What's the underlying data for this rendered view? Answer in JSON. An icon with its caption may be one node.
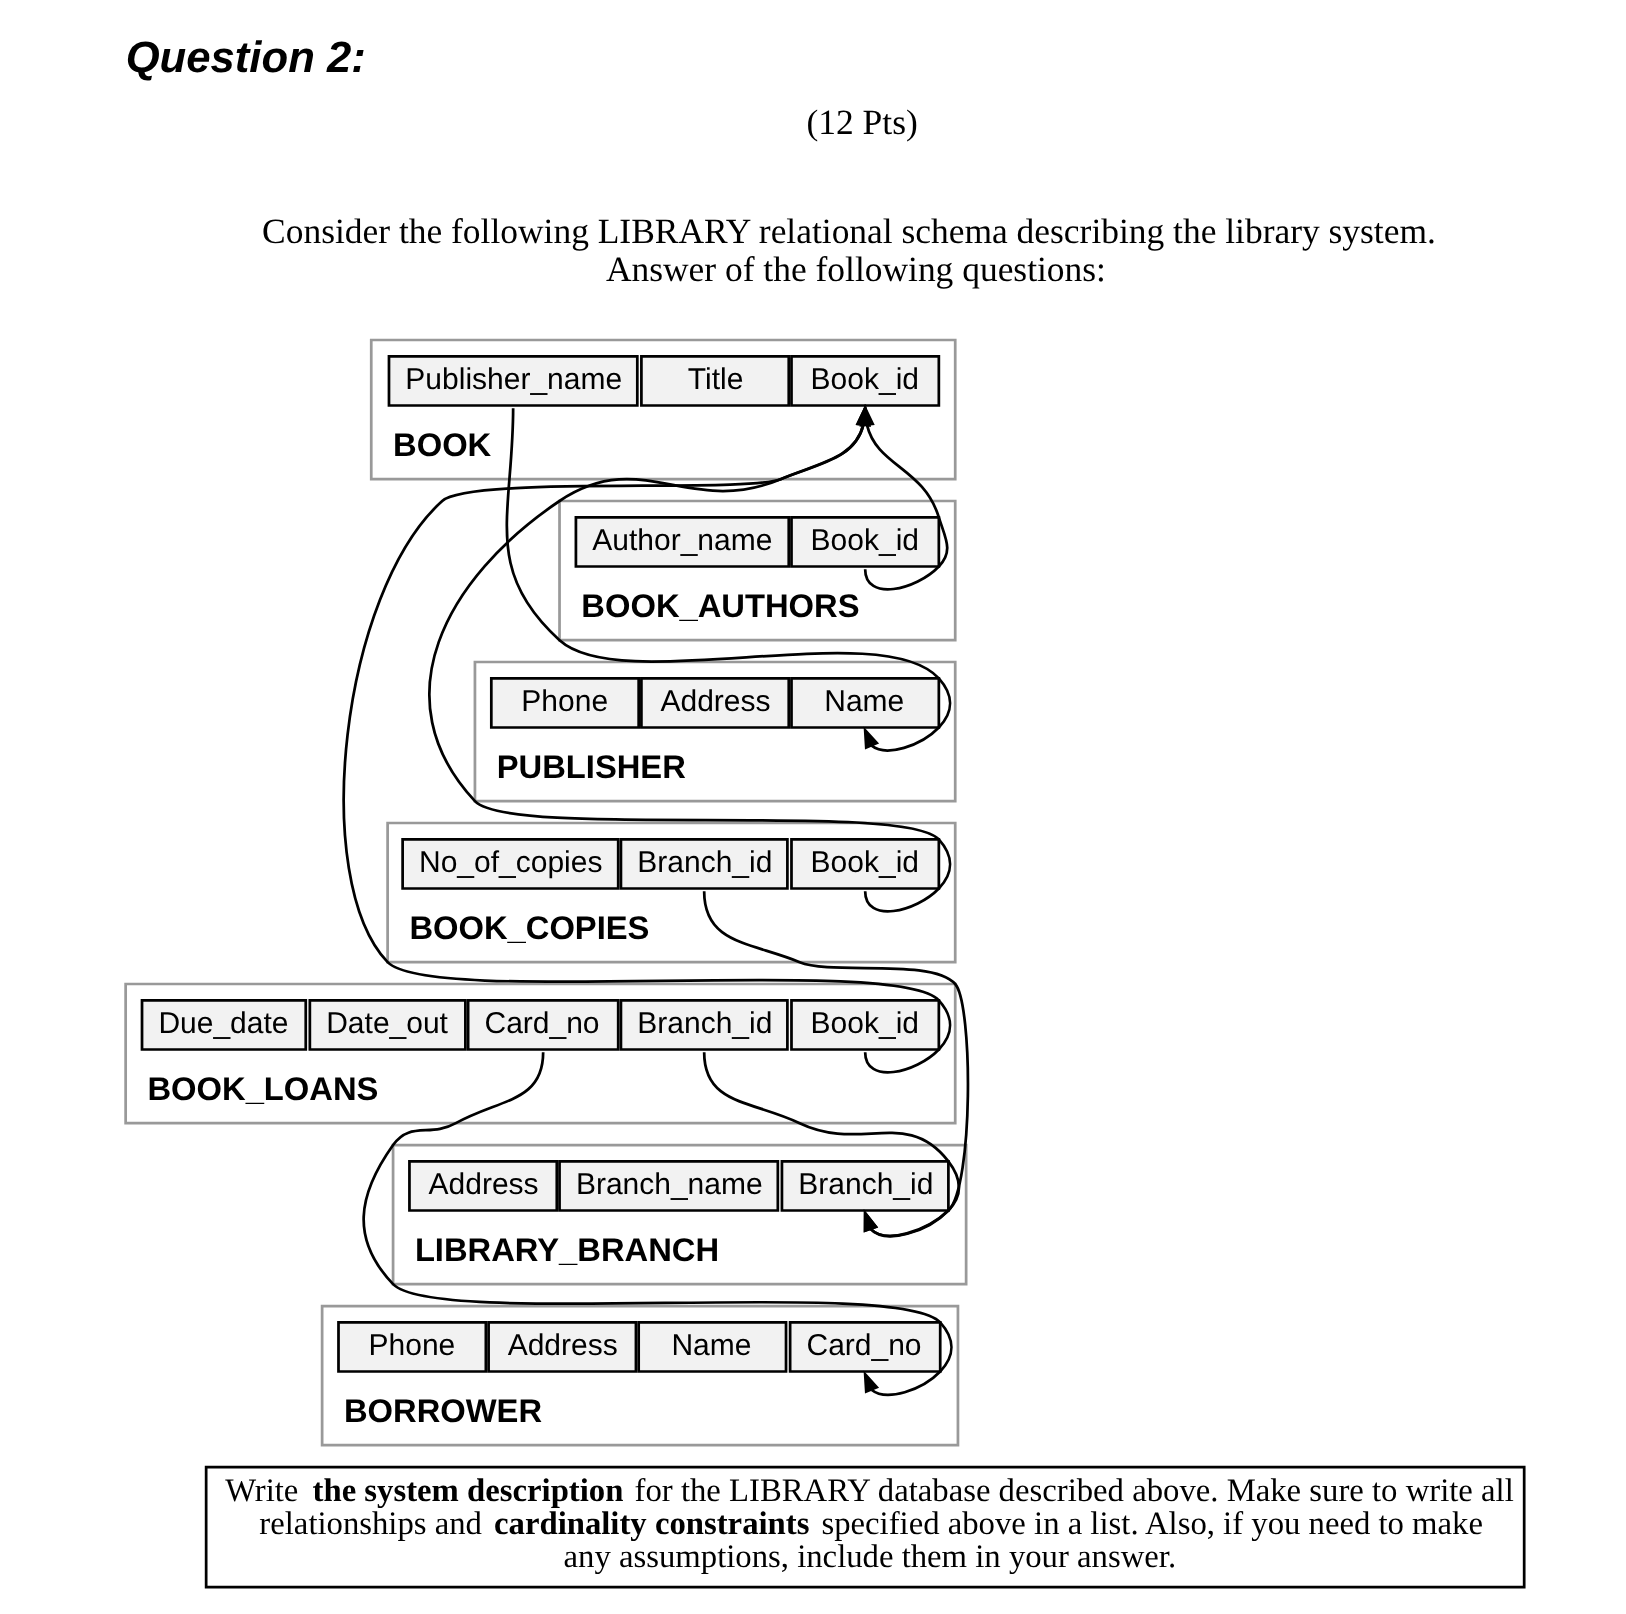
{
  "diagram": {
    "title": "Question 2:",
    "nodes": [
      {
        "text": [
          "BOOK"
        ]
      },
      {
        "text": [
          "Book_id"
        ],
        "in": 0
      },
      {
        "text": [
          "Title"
        ],
        "in": 0
      },
      {
        "text": [
          "Publisher_name"
        ],
        "in": 0
      },
      {
        "text": [
          "BOOK_AUTHORS"
        ]
      },
      {
        "text": [
          "Book_id"
        ],
        "in": 4
      },
      {
        "text": [
          "Author_name"
        ],
        "in": 4
      },
      {
        "text": [
          "PUBLISHER"
        ]
      },
      {
        "text": [
          "Name"
        ],
        "in": 7
      },
      {
        "text": [
          "Address"
        ],
        "in": 7
      },
      {
        "text": [
          "Phone"
        ],
        "in": 7
      },
      {
        "text": [
          "BOOK_COPIES"
        ]
      },
      {
        "text": [
          "Book_id"
        ],
        "in": 11
      },
      {
        "text": [
          "Branch_id"
        ],
        "in": 11
      },
      {
        "text": [
          "No_of_copies"
        ],
        "in": 11
      },
      {
        "text": [
          "BOOK_LOANS"
        ]
      },
      {
        "text": [
          "Book_id"
        ],
        "in": 15
      },
      {
        "text": [
          "Branch_id"
        ],
        "in": 15
      },
      {
        "text": [
          "Card_no"
        ],
        "in": 15
      },
      {
        "text": [
          "Date_out"
        ],
        "in": 15
      },
      {
        "text": [
          "Due_date"
        ],
        "in": 15
      },
      {
        "text": [
          "LIBRARY_BRANCH"
        ]
      },
      {
        "text": [
          "Branch_id"
        ],
        "in": 21
      },
      {
        "text": [
          "Branch_name"
        ],
        "in": 21
      },
      {
        "text": [
          "Address"
        ],
        "in": 21
      },
      {
        "text": [
          "BORROWER"
        ]
      },
      {
        "text": [
          "Card_no"
        ],
        "in": 25
      },
      {
        "text": [
          "Name"
        ],
        "in": 25
      },
      {
        "text": [
          "Address"
        ],
        "in": 25
      },
      {
        "text": [
          "Phone"
        ],
        "in": 25
      },
      {
        "text": [
          "Write **the system description** for the LIBRARY database described above. Make sure to write all relationships and **cardinality constraints** specified above in a list. Also, if you need to make any assumptions, include them in your answer."
        ]
      }
    ],
    "edges": [
      {
        "from": 3,
        "to": 8,
        "arrow": "to"
      },
      {
        "from": 5,
        "to": 1,
        "arrow": "to"
      },
      {
        "from": 12,
        "to": 1,
        "arrow": "to"
      },
      {
        "from": 16,
        "to": 1,
        "arrow": "to"
      },
      {
        "from": 13,
        "to": 22,
        "arrow": "to"
      },
      {
        "from": 17,
        "to": 22,
        "arrow": "to"
      },
      {
        "from": 18,
        "to": 26,
        "arrow": "to"
      }
    ],
    "labels": [
      "(12 Pts)",
      "Consider the following LIBRARY relational schema describing the library system. Answer of the following questions:"
    ]
  }
}
